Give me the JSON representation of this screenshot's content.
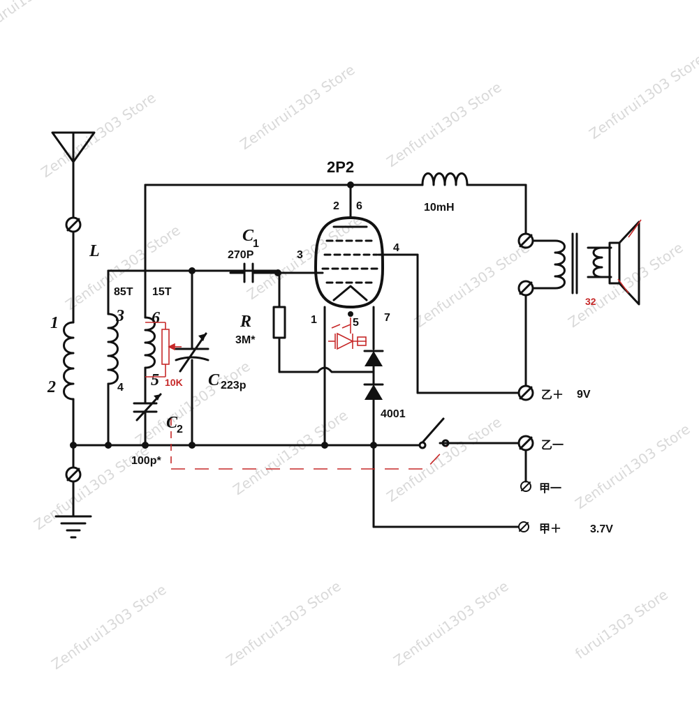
{
  "colors": {
    "ink": "#111111",
    "annotation_red": "#c62828",
    "watermark": "#d9d9d9",
    "background": "#ffffff"
  },
  "watermark_text": "Zenfurui1303 Store",
  "watermark_partial": "furui1303 Store",
  "tube": {
    "name": "2P2",
    "pin2": "2",
    "pin6": "6",
    "pin3": "3",
    "pin4": "4",
    "pin1": "1",
    "pin5": "5",
    "pin7": "7"
  },
  "antenna_coil": {
    "label": "L",
    "pin1": "1",
    "pin2": "2"
  },
  "tuning_coil": {
    "turns_primary": "85T",
    "turns_secondary": "15T",
    "pin3": "3",
    "pin4": "4",
    "pin6": "6",
    "pin5": "5"
  },
  "choke": {
    "value": "10mH"
  },
  "coupling_cap": {
    "name": "C",
    "subscript": "1",
    "value": "270P"
  },
  "grid_resistor": {
    "name": "R",
    "value": "3M*"
  },
  "tuning_cap": {
    "name": "C",
    "value": "223p"
  },
  "trimmer_cap": {
    "name": "C",
    "subscript": "2",
    "value": "100p*"
  },
  "pot": {
    "value": "10K"
  },
  "diode": {
    "value": "4001"
  },
  "speaker": {
    "impedance": "32"
  },
  "terminals": [
    {
      "label": "乙＋",
      "voltage": "9V"
    },
    {
      "label": "乙一",
      "voltage": ""
    },
    {
      "label": "甲一",
      "voltage": ""
    },
    {
      "label": "甲＋",
      "voltage": "3.7V"
    }
  ]
}
